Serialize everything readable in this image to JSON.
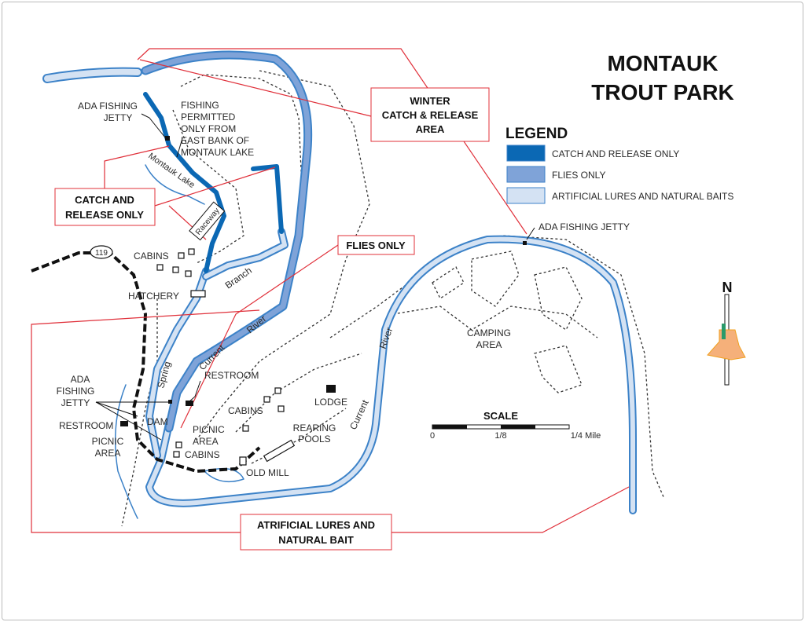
{
  "title": {
    "line1": "MONTAUK",
    "line2": "TROUT PARK"
  },
  "legend": {
    "heading": "LEGEND",
    "items": [
      {
        "label": "CATCH AND RELEASE ONLY",
        "color": "#0b68b4"
      },
      {
        "label": "FLIES ONLY",
        "color": "#7fa3d8"
      },
      {
        "label": "ARTIFICIAL LURES AND NATURAL BAITS",
        "color": "#d4e2f3"
      }
    ]
  },
  "callouts": {
    "winter": [
      "WINTER",
      "CATCH & RELEASE",
      "AREA"
    ],
    "catch_release": [
      "CATCH AND",
      "RELEASE ONLY"
    ],
    "flies": "FLIES ONLY",
    "artificial": [
      "ATRIFICIAL LURES AND",
      "NATURAL BAIT"
    ]
  },
  "labels": {
    "ada_jetty_north": [
      "ADA FISHING",
      "JETTY"
    ],
    "fishing_permitted": [
      "FISHING",
      "PERMITTED",
      "ONLY FROM",
      "EAST BANK OF",
      "MONTAUK LAKE"
    ],
    "montauk_lake": "Montauk Lake",
    "raceway": "Raceway",
    "cabins_1": "CABINS",
    "hatchery": "HATCHERY",
    "branch": "Branch",
    "route": "119",
    "current_river_1": "Current",
    "river_1": "River",
    "spring": "Spring",
    "restroom_1": "RESTROOM",
    "ada_jetty_south": [
      "ADA",
      "FISHING",
      "JETTY"
    ],
    "restroom_2": "RESTROOM",
    "dam": "DAM",
    "picnic_1": [
      "PICNIC",
      "AREA"
    ],
    "picnic_2": [
      "PICNIC",
      "AREA"
    ],
    "cabins_2": "CABINS",
    "cabins_3": "CABINS",
    "lodge": "LODGE",
    "rearing_pools": [
      "REARING",
      "POOLS"
    ],
    "old_mill": "OLD MILL",
    "current_2": "Current",
    "river_2": "River",
    "camping": [
      "CAMPING",
      "AREA"
    ],
    "ada_jetty_east": "ADA FISHING JETTY"
  },
  "scale": {
    "title": "SCALE",
    "ticks": [
      "0",
      "1/8",
      "1/4 Mile"
    ]
  },
  "compass": {
    "letter": "N"
  },
  "colors": {
    "callout_red": "#e0303a",
    "light": "#d4e2f3",
    "outline": "#3c82c8",
    "dark": "#0b68b4",
    "flies": "#7fa3d8"
  }
}
